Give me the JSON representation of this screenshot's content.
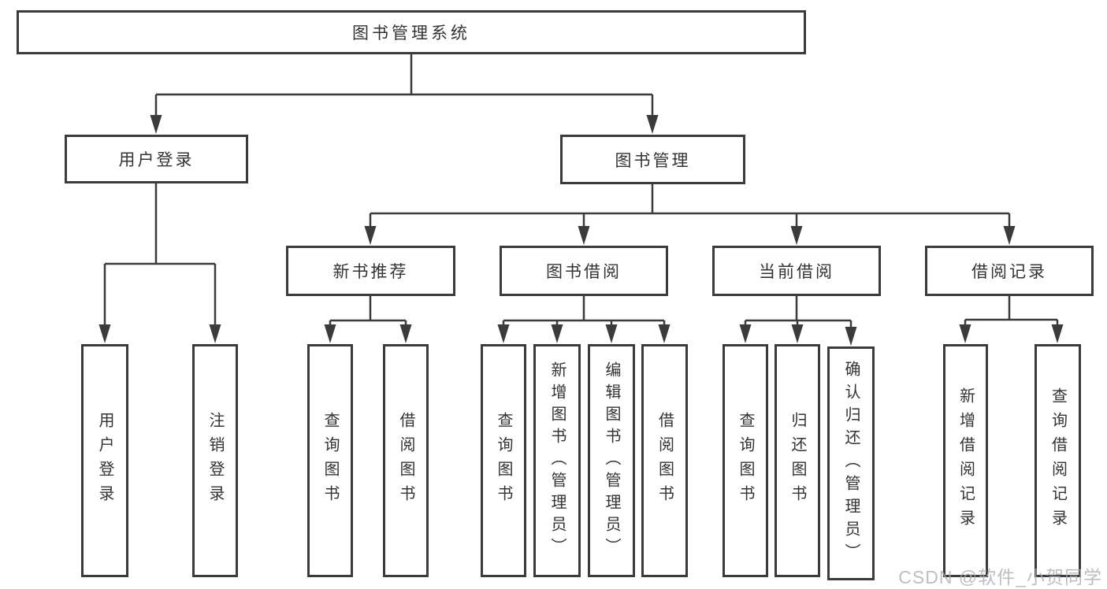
{
  "title": "图书管理系统",
  "nodes": {
    "branches": [
      {
        "label": "用户登录"
      },
      {
        "label": "图书管理"
      }
    ],
    "modules": [
      {
        "label": "新书推荐"
      },
      {
        "label": "图书借阅"
      },
      {
        "label": "当前借阅"
      },
      {
        "label": "借阅记录"
      }
    ],
    "leaves": [
      {
        "label": "用户登录"
      },
      {
        "label": "注销登录"
      },
      {
        "label": "查询图书"
      },
      {
        "label": "借阅图书"
      },
      {
        "label": "查询图书"
      },
      {
        "label": "新增图书（管理员）"
      },
      {
        "label": "编辑图书（管理员）"
      },
      {
        "label": "借阅图书"
      },
      {
        "label": "查询图书"
      },
      {
        "label": "归还图书"
      },
      {
        "label": "确认归还（管理员）"
      },
      {
        "label": "新增借阅记录"
      },
      {
        "label": "查询借阅记录"
      }
    ]
  },
  "watermark": {
    "text": "CSDN @软件_小贺同学"
  },
  "colors": {
    "line": "#3b3b3b",
    "box_border": "#3b3b3b",
    "text": "#333333",
    "background": "#ffffff",
    "watermark": "#c7c7cd"
  }
}
